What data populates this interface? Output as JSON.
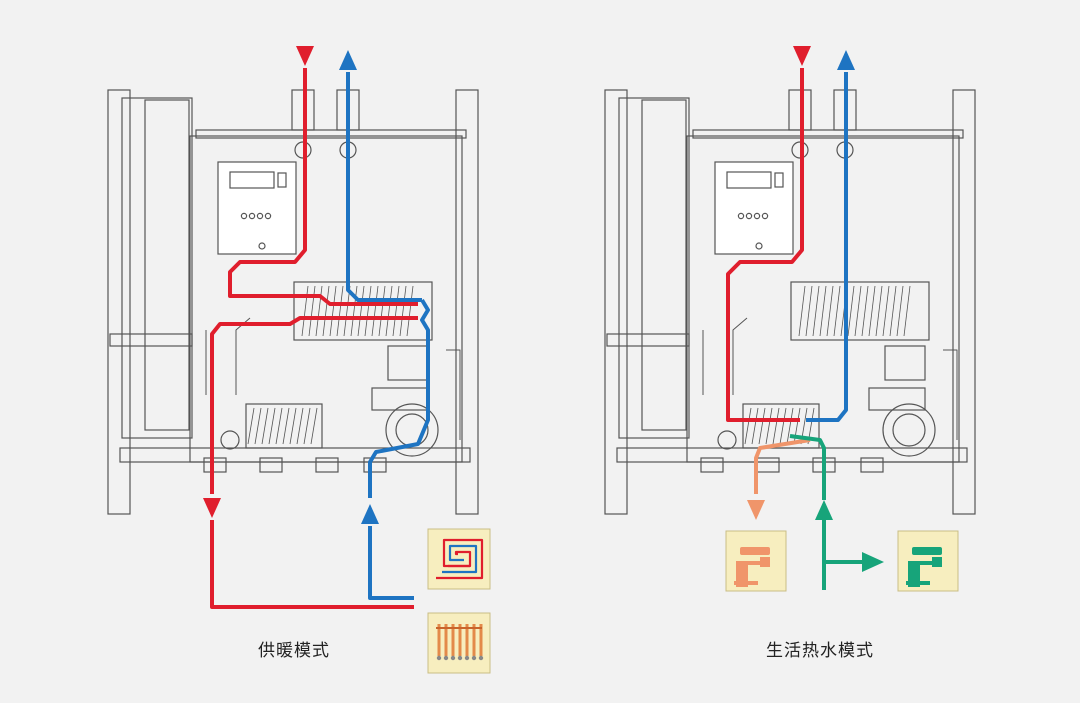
{
  "colors": {
    "background": "#f2f2f2",
    "hot_supply": "#e01e2d",
    "cold_return": "#1e74c2",
    "domestic_hot": "#f0956a",
    "domestic_cold": "#17a47a",
    "tile_bg": "#f7eebf",
    "outline": "#555555"
  },
  "panels": [
    {
      "id": "heating",
      "caption": "供暖模式",
      "icons": [
        "underfloor-heating-icon",
        "radiator-icon"
      ]
    },
    {
      "id": "hot-water",
      "caption": "生活热水模式",
      "icons": [
        "hot-water-faucet-icon",
        "cold-water-faucet-icon"
      ]
    }
  ]
}
